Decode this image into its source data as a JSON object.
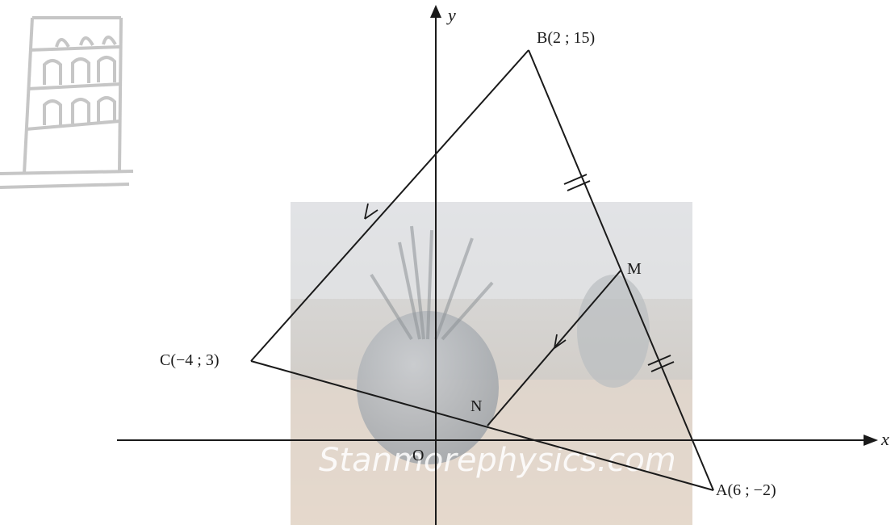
{
  "figure": {
    "axes": {
      "x_label": "x",
      "y_label": "y",
      "origin_label": "O"
    },
    "points": {
      "A": {
        "label": "A(6 ; −2)"
      },
      "B": {
        "label": "B(2 ; 15)"
      },
      "C": {
        "label": "C(−4 ; 3)"
      },
      "M": {
        "label": "M"
      },
      "N": {
        "label": "N"
      }
    },
    "segments": [
      "AB",
      "BC",
      "CA",
      "MN"
    ],
    "parallel_marks": [
      "BC",
      "MN"
    ],
    "equal_marks": [
      "BM",
      "MA"
    ]
  },
  "watermark": {
    "text": "Stanmorephysics.com"
  },
  "logo": {
    "name": "leaning-tower-logo"
  }
}
